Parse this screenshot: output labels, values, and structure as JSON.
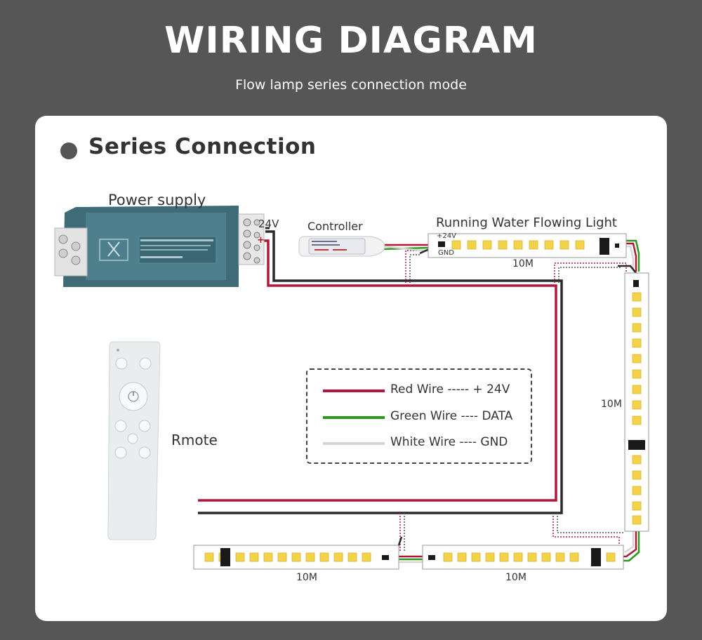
{
  "header": {
    "title": "WIRING DIAGRAM",
    "subtitle": "Flow lamp series connection mode"
  },
  "card": {
    "section_title": "Series Connection"
  },
  "labels": {
    "power_supply": "Power supply",
    "voltage": "24V",
    "plus": "+",
    "minus": "-",
    "controller": "Controller",
    "strip_title": "Running Water Flowing Light",
    "strip_plus": "+24V",
    "strip_gnd": "GND",
    "remote": "Rmote",
    "len_top": "10M",
    "len_right": "10M",
    "len_bottom_left": "10M",
    "len_bottom_mid": "10M"
  },
  "legend": [
    {
      "label": "Red Wire ----- + 24V",
      "color": "#b0173a"
    },
    {
      "label": "Green Wire ---- DATA",
      "color": "#2a9a1a"
    },
    {
      "label": "White Wire ---- GND",
      "color": "#d6d6d6"
    }
  ],
  "colors": {
    "red_wire": "#b0173a",
    "black_wire": "#2a2a2a",
    "green_wire": "#2a9a1a",
    "white_wire": "#d6d6d6",
    "psu_body": "#3f6b78",
    "led_chip": "#f2d34a"
  },
  "icons": {
    "section_marker": "filled-circle",
    "remote": "remote-control-icon",
    "controller": "controller-icon",
    "power_supply": "power-supply-icon"
  }
}
